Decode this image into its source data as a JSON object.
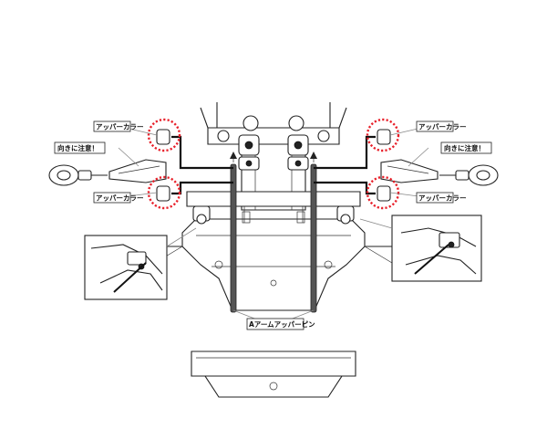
{
  "labels": {
    "upper_collar_left_top": "アッパーカラー",
    "upper_collar_right_top": "アッパーカラー",
    "upper_collar_left_bottom": "アッパーカラー",
    "upper_collar_right_bottom": "アッパーカラー",
    "orientation_left": "向きに注意！",
    "orientation_right": "向きに注意！",
    "a_arm_pin": "Aアームアッパーピン"
  },
  "colors": {
    "highlight": "#e8202a",
    "line": "#222222",
    "callout_bg": "#ffffff"
  }
}
